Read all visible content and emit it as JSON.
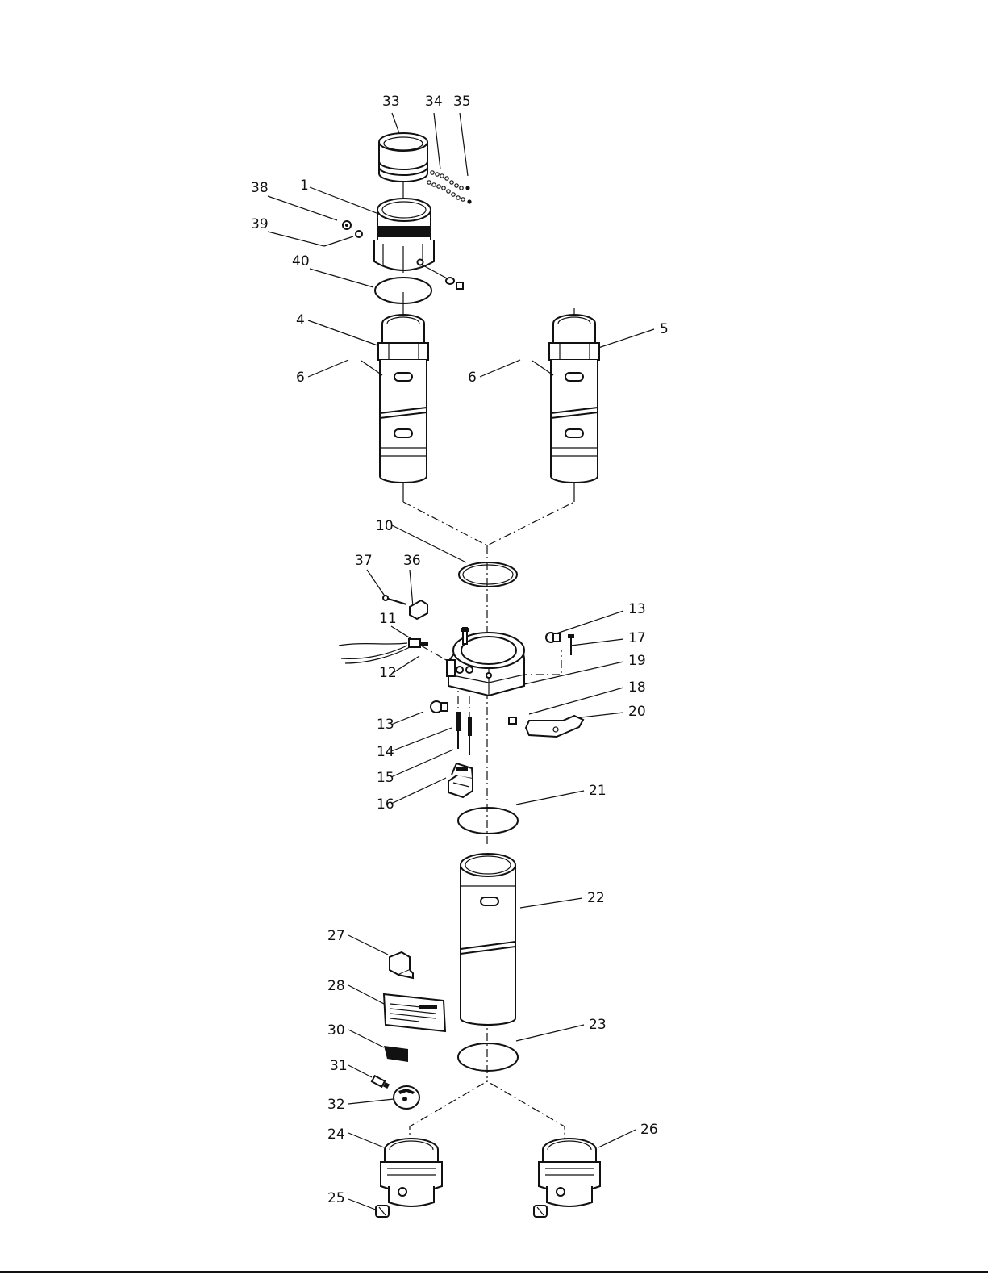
{
  "labels": [
    {
      "id": "l33",
      "text": "33"
    },
    {
      "id": "l34",
      "text": "34"
    },
    {
      "id": "l35",
      "text": "35"
    },
    {
      "id": "l38",
      "text": "38"
    },
    {
      "id": "l1",
      "text": "1"
    },
    {
      "id": "l39",
      "text": "39"
    },
    {
      "id": "l40",
      "text": "40"
    },
    {
      "id": "l4",
      "text": "4"
    },
    {
      "id": "l5",
      "text": "5"
    },
    {
      "id": "l6a",
      "text": "6"
    },
    {
      "id": "l6b",
      "text": "6"
    },
    {
      "id": "l10",
      "text": "10"
    },
    {
      "id": "l37",
      "text": "37"
    },
    {
      "id": "l36",
      "text": "36"
    },
    {
      "id": "l11",
      "text": "11"
    },
    {
      "id": "l12",
      "text": "12"
    },
    {
      "id": "l13a",
      "text": "13"
    },
    {
      "id": "l17",
      "text": "17"
    },
    {
      "id": "l19",
      "text": "19"
    },
    {
      "id": "l18",
      "text": "18"
    },
    {
      "id": "l13b",
      "text": "13"
    },
    {
      "id": "l20",
      "text": "20"
    },
    {
      "id": "l14",
      "text": "14"
    },
    {
      "id": "l15",
      "text": "15"
    },
    {
      "id": "l16",
      "text": "16"
    },
    {
      "id": "l21",
      "text": "21"
    },
    {
      "id": "l22",
      "text": "22"
    },
    {
      "id": "l27",
      "text": "27"
    },
    {
      "id": "l28",
      "text": "28"
    },
    {
      "id": "l23",
      "text": "23"
    },
    {
      "id": "l30",
      "text": "30"
    },
    {
      "id": "l31",
      "text": "31"
    },
    {
      "id": "l32",
      "text": "32"
    },
    {
      "id": "l24",
      "text": "24"
    },
    {
      "id": "l26",
      "text": "26"
    },
    {
      "id": "l25",
      "text": "25"
    }
  ]
}
